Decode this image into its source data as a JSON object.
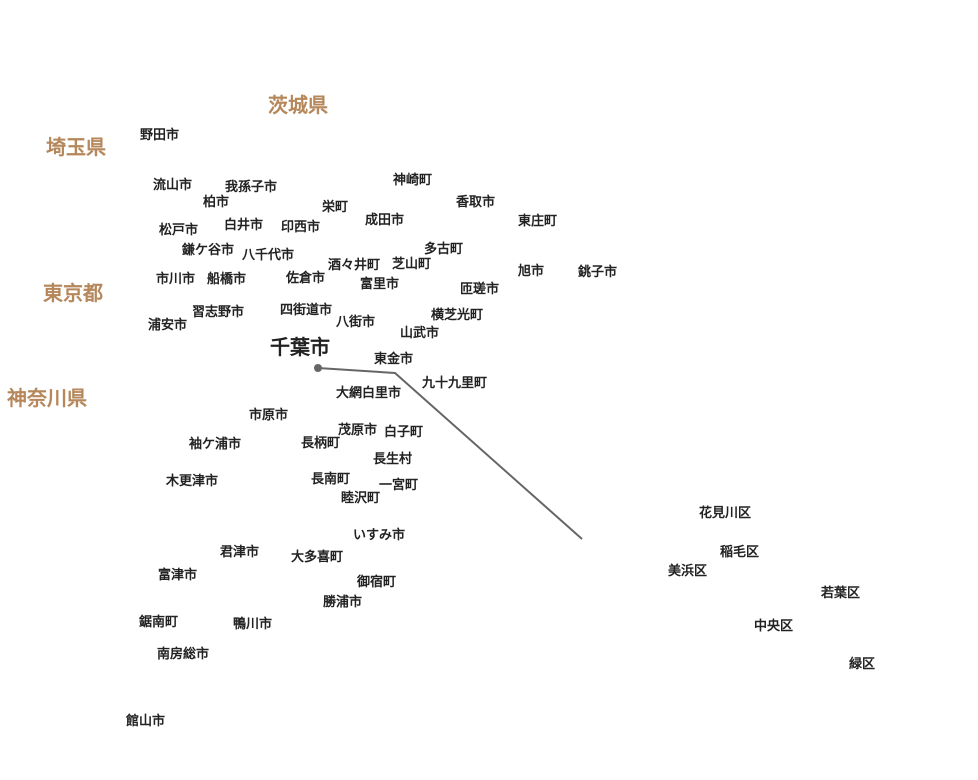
{
  "prefectures": {
    "ibaraki": "茨城県",
    "saitama": "埼玉県",
    "tokyo": "東京都",
    "kanagawa": "神奈川県"
  },
  "capital": {
    "label": "千葉市"
  },
  "municipalities": {
    "noda": "野田市",
    "nagareyama": "流山市",
    "abiko": "我孫子市",
    "kashiwa": "柏市",
    "kozaki": "神崎町",
    "katori": "香取市",
    "sakae": "栄町",
    "shiroi": "白井市",
    "inzai": "印西市",
    "narita": "成田市",
    "tonosho": "東庄町",
    "matsudo": "松戸市",
    "kamagaya": "鎌ケ谷市",
    "yachiyo": "八千代市",
    "tako": "多古町",
    "shisui": "酒々井町",
    "shibayama": "芝山町",
    "ichikawa": "市川市",
    "funabashi": "船橋市",
    "sakura": "佐倉市",
    "tomisato": "富里市",
    "asahi": "旭市",
    "choshi": "銚子市",
    "sosa": "匝瑳市",
    "narashino": "習志野市",
    "yotsukaido": "四街道市",
    "yokoshibahikari": "横芝光町",
    "urayasu": "浦安市",
    "yachimata": "八街市",
    "sammu": "山武市",
    "togane": "東金市",
    "kujukuri": "九十九里町",
    "oamishirasato": "大網白里市",
    "ichihara": "市原市",
    "mobara": "茂原市",
    "shirako": "白子町",
    "sodegaura": "袖ケ浦市",
    "nagara": "長柄町",
    "chosei": "長生村",
    "kisarazu": "木更津市",
    "chonan": "長南町",
    "ichinomiya": "一宮町",
    "mutsuzawa": "睦沢町",
    "isumi": "いすみ市",
    "kimitsu": "君津市",
    "otaki": "大多喜町",
    "futtsu": "富津市",
    "onjuku": "御宿町",
    "katsuura": "勝浦市",
    "kyonan": "鋸南町",
    "kamogawa": "鴨川市",
    "minamiboso": "南房総市",
    "tateyama": "館山市"
  },
  "chiba_wards": {
    "hanamigawa": "花見川区",
    "inage": "稲毛区",
    "mihama": "美浜区",
    "wakaba": "若葉区",
    "chuo": "中央区",
    "midori": "緑区"
  },
  "colors": {
    "prefecture_label": "#b5875a",
    "label": "#222222",
    "leader_line": "#666666"
  }
}
